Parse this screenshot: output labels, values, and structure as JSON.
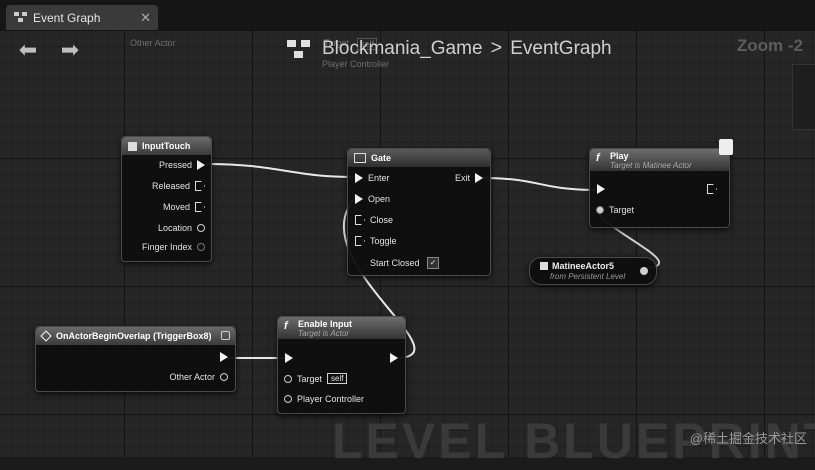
{
  "tab": {
    "label": "Event Graph",
    "close": "✕"
  },
  "toolbar": {
    "back": "⬅",
    "forward": "➡"
  },
  "breadcrumb": {
    "level": "Blockmania_Game",
    "separator": ">",
    "graph": "EventGraph"
  },
  "zoom": "Zoom -2",
  "ghost": {
    "other_actor": "Other Actor",
    "target": "Target",
    "self": "self",
    "player_controller": "Player Controller"
  },
  "nodes": {
    "input_touch": {
      "title": "InputTouch",
      "pins": [
        "Pressed",
        "Released",
        "Moved",
        "Location",
        "Finger Index"
      ]
    },
    "gate": {
      "title": "Gate",
      "inputs": [
        "Enter",
        "Open",
        "Close",
        "Toggle",
        "Start Closed"
      ],
      "output": "Exit",
      "start_closed_check": "✓"
    },
    "play": {
      "title": "Play",
      "subtitle": "Target is Matinee Actor",
      "target": "Target"
    },
    "matinee": {
      "title": "MatineeActor5",
      "subtitle": "from Persistent Level"
    },
    "overlap": {
      "title": "OnActorBeginOverlap (TriggerBox8)",
      "other_actor": "Other Actor"
    },
    "enable_input": {
      "title": "Enable Input",
      "subtitle": "Target is Actor",
      "target": "Target",
      "target_value": "self",
      "player_controller": "Player Controller"
    }
  },
  "watermark": "LEVEL BLUEPRINT",
  "credit": "@稀土掘金技术社区",
  "colors": {
    "wire": "#e8e8e8",
    "grid_major": "#141414",
    "grid_minor": "#1f1f1f",
    "background": "#262626"
  }
}
